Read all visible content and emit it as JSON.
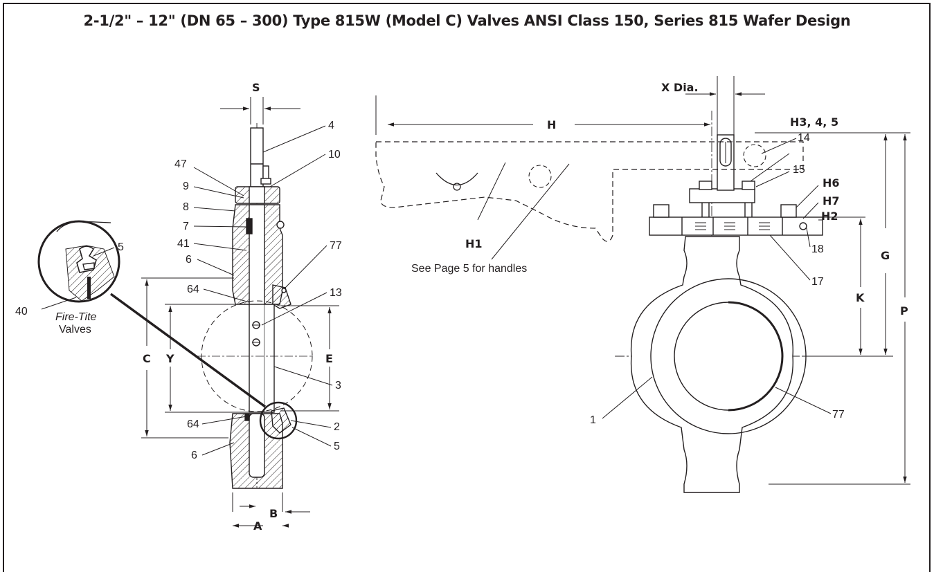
{
  "title": "2-1/2\" – 12\" (DN 65 – 300) Type 815W (Model C) Valves ANSI Class 150, Series 815 Wafer Design",
  "dimension_labels": {
    "S": "S",
    "A": "A",
    "B": "B",
    "C": "C",
    "Y": "Y",
    "E": "E",
    "H": "H",
    "X": "X Dia.",
    "G": "G",
    "K": "K",
    "P": "P",
    "H1": "H1",
    "H2": "H2",
    "H3": "H3, 4, 5",
    "H6": "H6",
    "H7": "H7"
  },
  "part_labels": {
    "p1": "1",
    "p2": "2",
    "p3": "3",
    "p4": "4",
    "p5a": "5",
    "p5b": "5",
    "p6a": "6",
    "p6b": "6",
    "p7": "7",
    "p8": "8",
    "p9": "9",
    "p10": "10",
    "p13": "13",
    "p14": "14",
    "p15": "15",
    "p17": "17",
    "p18": "18",
    "p40": "40",
    "p41": "41",
    "p47": "47",
    "p64a": "64",
    "p64b": "64",
    "p77a": "77",
    "p77b": "77"
  },
  "callouts": {
    "fire_tite": "Fire-Tite",
    "valves": "Valves",
    "handles_note": "See Page 5 for handles"
  }
}
